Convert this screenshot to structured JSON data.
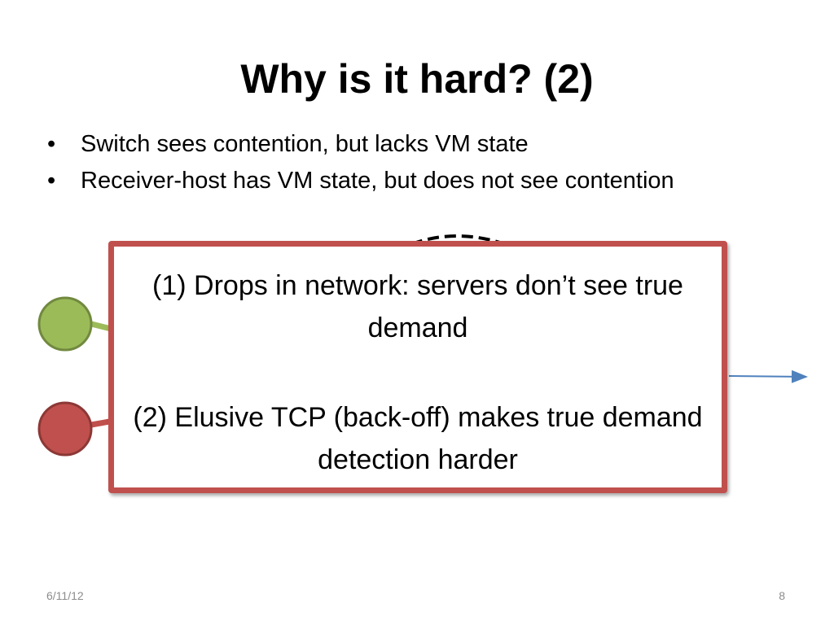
{
  "slide": {
    "title": "Why is it hard? (2)",
    "bullets": [
      "Switch sees contention, but lacks VM state",
      "Receiver-host has VM state, but does not see contention"
    ],
    "callout": {
      "line1": "(1) Drops in network: servers don’t see true demand",
      "line2": "(2) Elusive TCP (back-off) makes true demand detection harder"
    },
    "footer": {
      "date": "6/11/12",
      "page_number": "8"
    }
  },
  "colors": {
    "callout_border": "#c0504d",
    "green_node": "#9bbb59",
    "red_node": "#c0504d",
    "arrow": "#4f81bd"
  }
}
